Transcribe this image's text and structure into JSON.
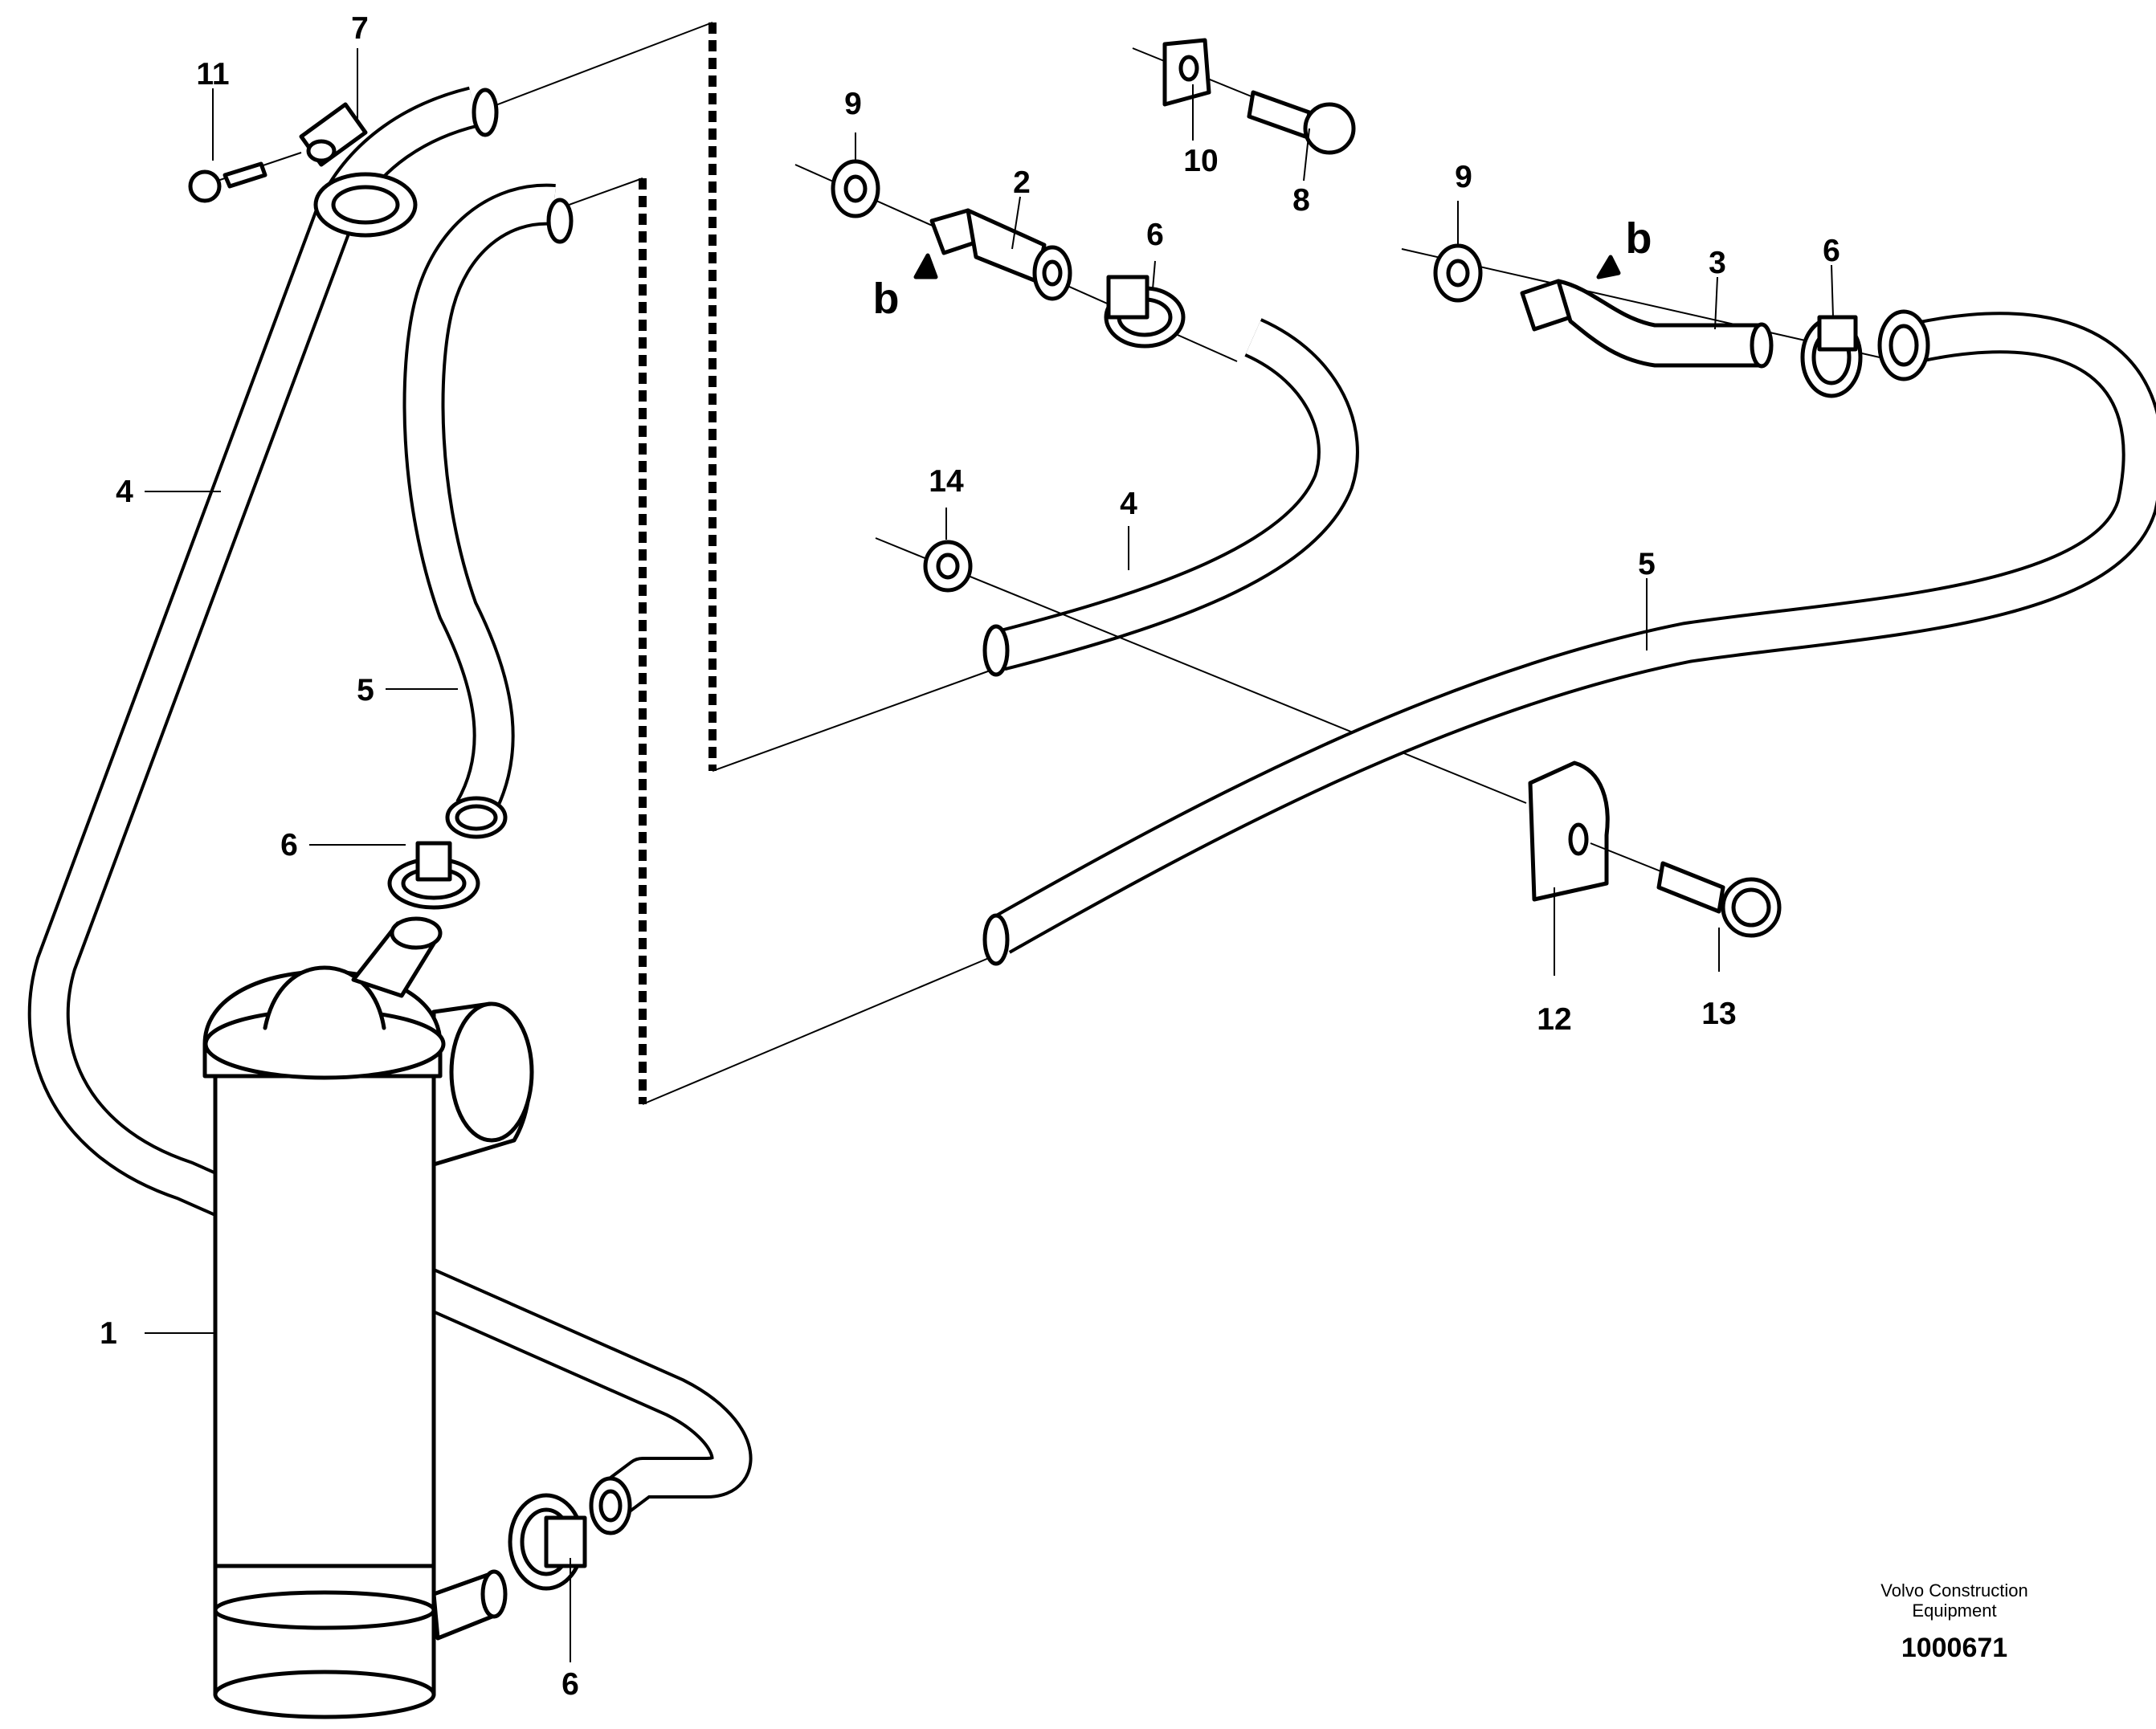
{
  "callouts": {
    "c1": "1",
    "c2": "2",
    "c3": "3",
    "c4_left": "4",
    "c4_mid": "4",
    "c5_left": "5",
    "c5_right": "5",
    "c6_upper_left": "6",
    "c6_bottom": "6",
    "c6_mid": "6",
    "c6_right": "6",
    "c7": "7",
    "c8": "8",
    "c9_left": "9",
    "c9_right": "9",
    "c10": "10",
    "c11": "11",
    "c12": "12",
    "c13": "13",
    "c14": "14",
    "b_left": "b",
    "b_right": "b"
  },
  "footer": {
    "brand_line1": "Volvo Construction",
    "brand_line2": "Equipment",
    "doc_number": "1000671"
  }
}
